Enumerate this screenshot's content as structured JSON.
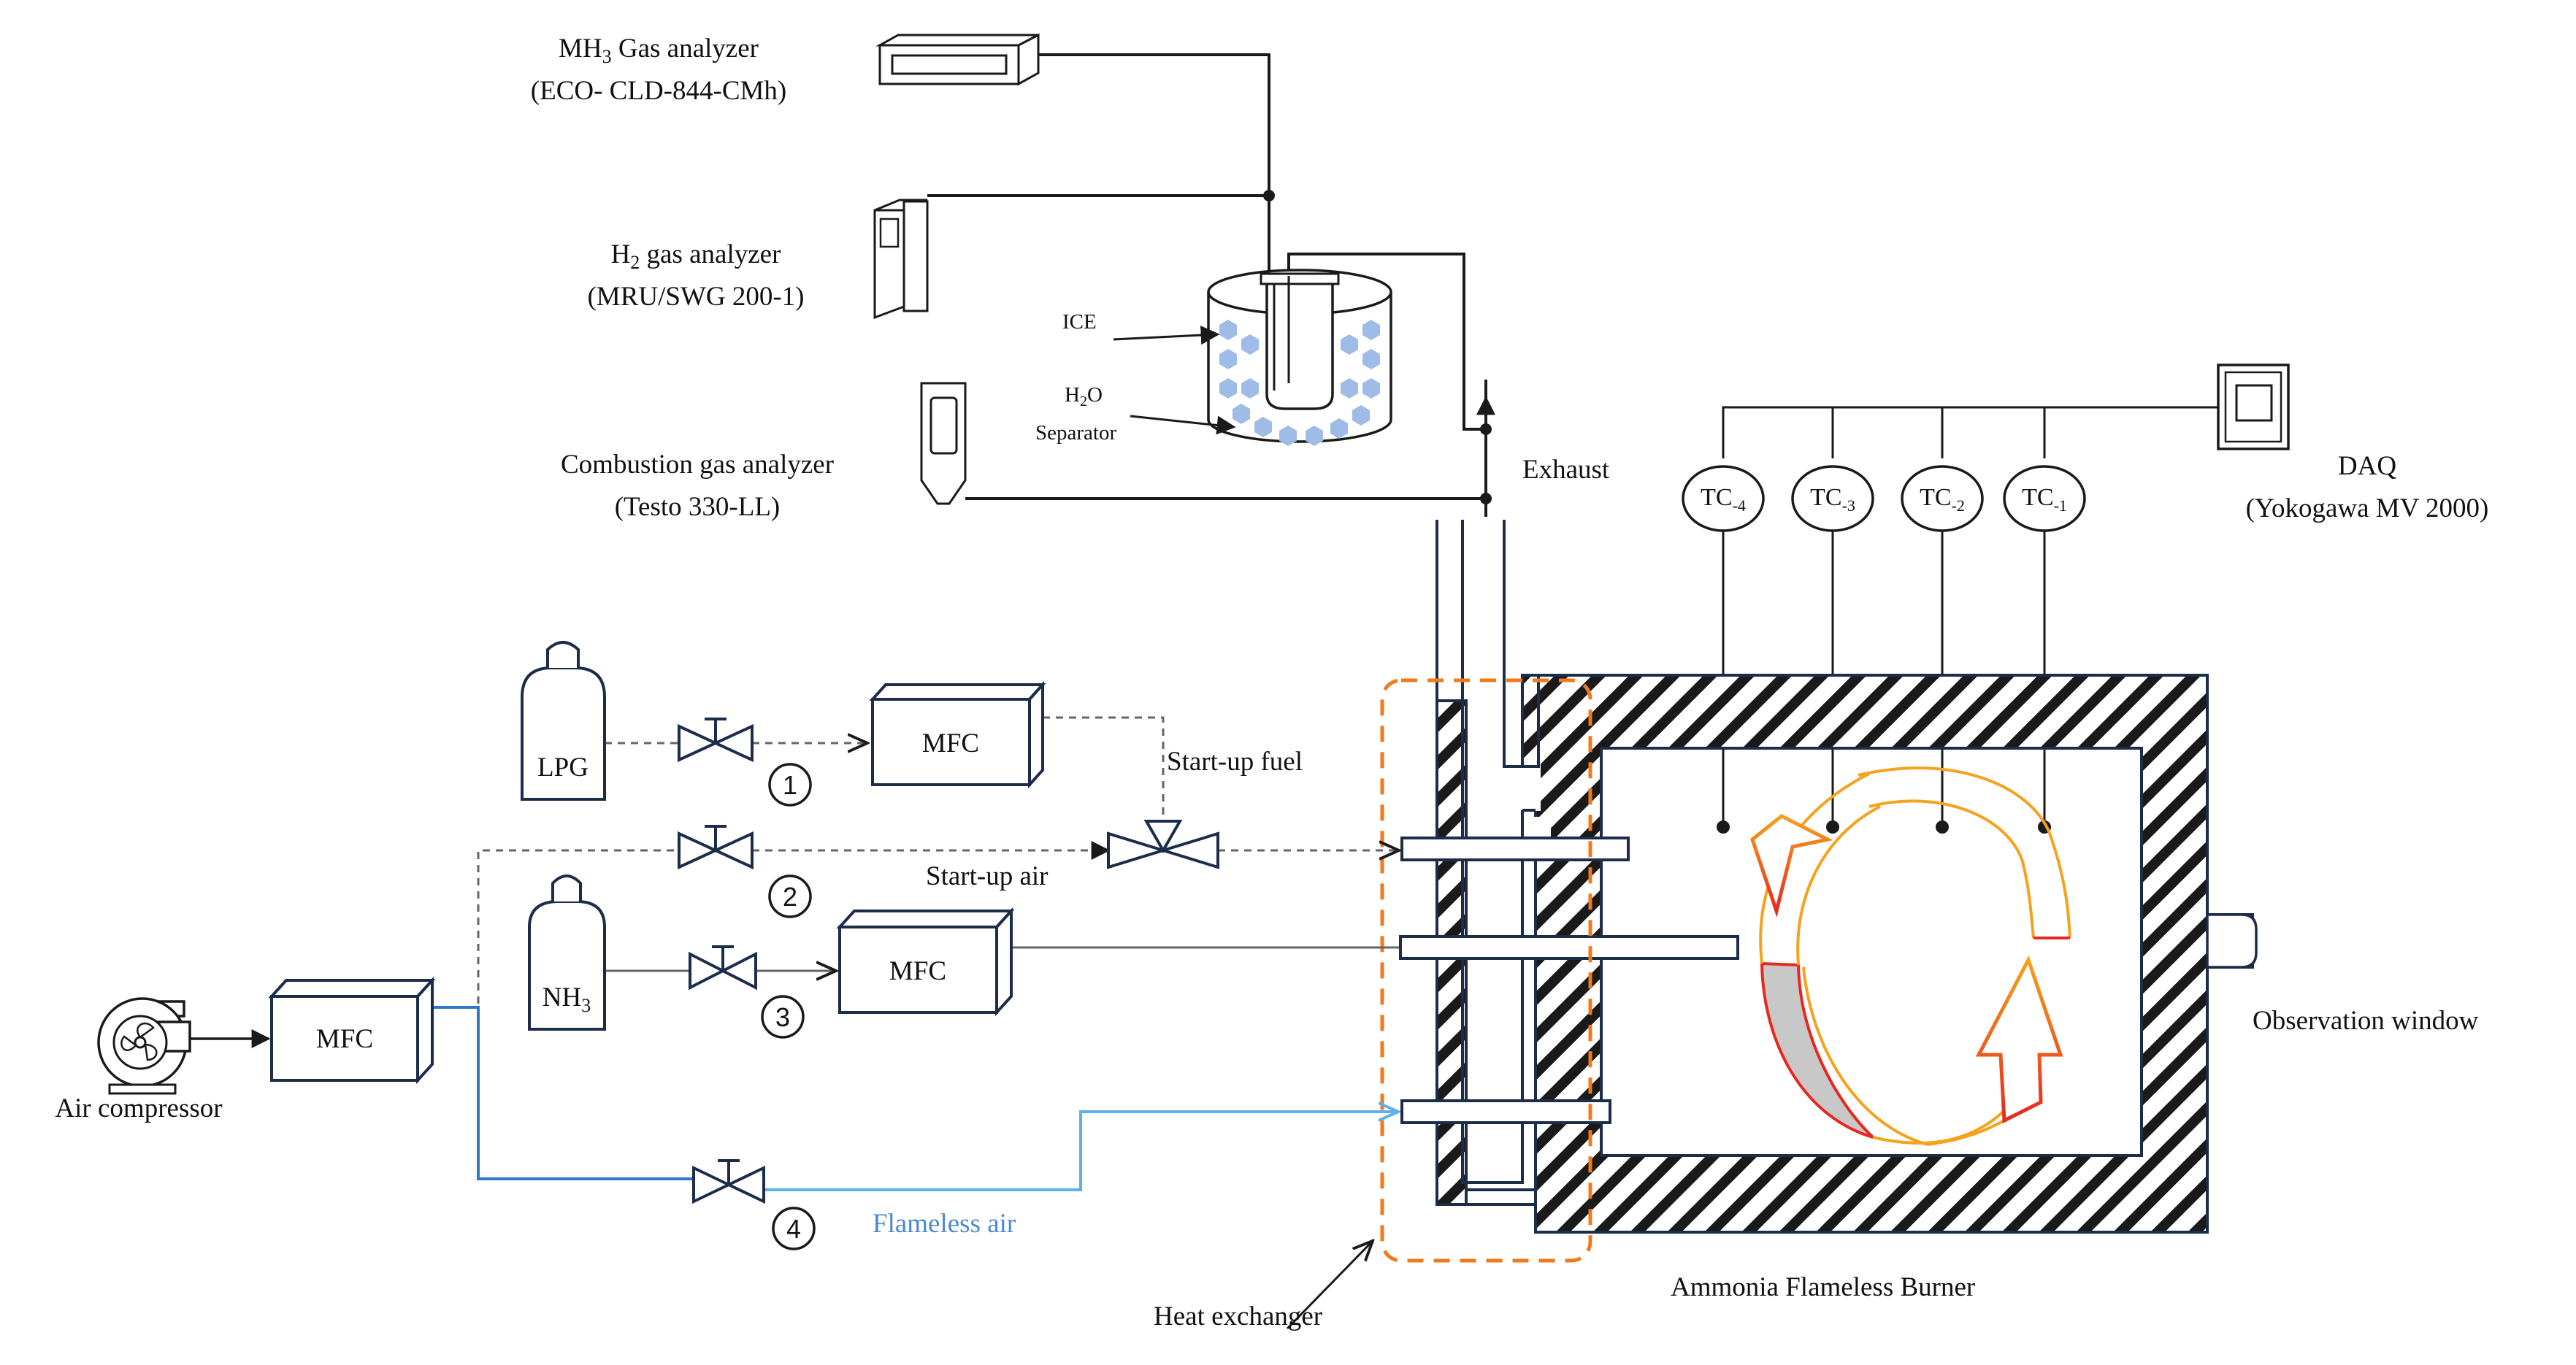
{
  "colors": {
    "line": "#1a1a1a",
    "box": "#1c2d4a",
    "blue_line": "#2e78c8",
    "light_blue_line": "#5db0e8",
    "flameless_air_text": "#4a88d0",
    "heat_exchanger_outline": "#f07a1e",
    "ice_bubble": "#9fbce6",
    "flame_inner": "#c8c8c8",
    "flame_red": "#e8281e",
    "flame_orange": "#f5a21e"
  },
  "analyzers": {
    "mh3": {
      "name_pre": "MH",
      "name_sub": "3",
      "name_post": " Gas analyzer",
      "model": "(ECO- CLD-844-CMh)"
    },
    "h2": {
      "name_pre": "H",
      "name_sub": "2",
      "name_post": " gas analyzer",
      "model": "(MRU/SWG 200-1)"
    },
    "combustion": {
      "name": "Combustion gas analyzer",
      "model": "(Testo 330-LL)"
    }
  },
  "separator": {
    "ice": "ICE",
    "h2o_pre": "H",
    "h2o_sub": "2",
    "h2o_post": "O",
    "separator": "Separator"
  },
  "exhaust": "Exhaust",
  "daq": {
    "name": "DAQ",
    "model": "(Yokogawa MV 2000)"
  },
  "thermocouples": [
    {
      "base": "TC",
      "sub": "-4"
    },
    {
      "base": "TC",
      "sub": "-3"
    },
    {
      "base": "TC",
      "sub": "-2"
    },
    {
      "base": "TC",
      "sub": "-1"
    }
  ],
  "supply": {
    "lpg": "LPG",
    "nh3_pre": "NH",
    "nh3_sub": "3",
    "mfc": "MFC",
    "startup_fuel": "Start-up fuel",
    "startup_air": "Start-up air",
    "flameless_air": "Flameless air",
    "air_compressor": "Air compressor"
  },
  "valve_numbers": [
    "1",
    "2",
    "3",
    "4"
  ],
  "heat_exchanger": "Heat exchanger",
  "burner": "Ammonia Flameless Burner",
  "observation_window": "Observation window"
}
